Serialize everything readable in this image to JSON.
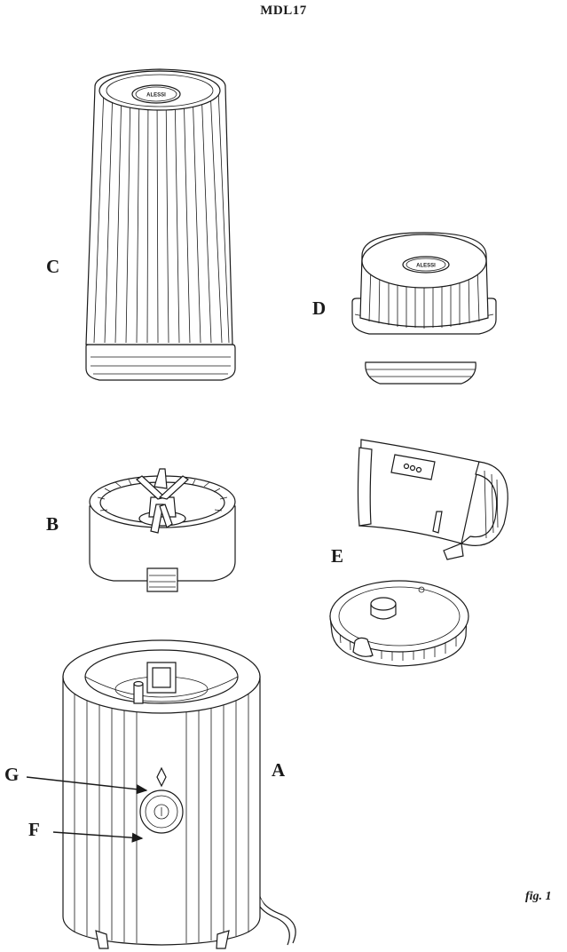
{
  "header": {
    "model": "MDL17"
  },
  "parts": {
    "a": "A",
    "b": "B",
    "c": "C",
    "d": "D",
    "e": "E",
    "f": "F",
    "g": "G"
  },
  "logo_text": "ALESSI",
  "figure_label": "fig. 1"
}
